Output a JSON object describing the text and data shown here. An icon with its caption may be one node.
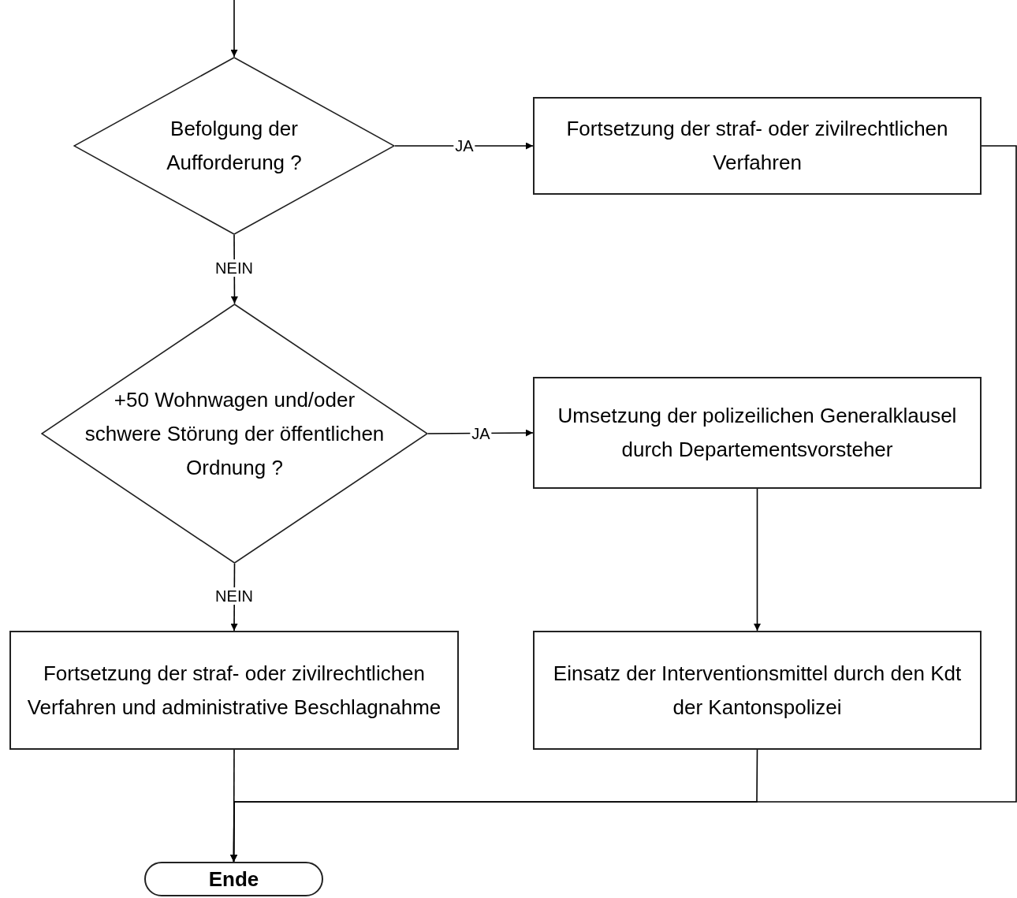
{
  "diagram": {
    "nodes": [
      {
        "text": [
          "Befolgung der Aufforderung ?"
        ]
      },
      {
        "text": [
          "Fortsetzung der straf- oder zivilrechtlichen Verfahren"
        ]
      },
      {
        "text": [
          "+50 Wohnwagen und/oder schwere Störung der öffentlichen Ordnung ?"
        ]
      },
      {
        "text": [
          "Umsetzung der polizeilichen Generalklausel durch Departementsvorsteher"
        ]
      },
      {
        "text": [
          "Fortsetzung der straf- oder zivilrechtlichen Verfahren und administrative Beschlagnahme"
        ]
      },
      {
        "text": [
          "Einsatz der Interventionsmittel durch den Kdt der Kantonspolizei"
        ]
      },
      {
        "text": [
          "Ende"
        ]
      }
    ],
    "edges": [
      {
        "from": null,
        "to": 0,
        "arrow": "to"
      },
      {
        "from": 0,
        "to": 1,
        "arrow": "to",
        "label": "JA"
      },
      {
        "from": 0,
        "to": 2,
        "arrow": "to",
        "label": "NEIN"
      },
      {
        "from": 2,
        "to": 3,
        "arrow": "to",
        "label": "JA"
      },
      {
        "from": 2,
        "to": 4,
        "arrow": "to",
        "label": "NEIN"
      },
      {
        "from": 3,
        "to": 5,
        "arrow": "to"
      },
      {
        "from": 4,
        "to": 6,
        "arrow": "to"
      },
      {
        "from": 5,
        "to": 6,
        "arrow": "to"
      },
      {
        "from": 1,
        "to": 6,
        "arrow": "to"
      }
    ]
  }
}
